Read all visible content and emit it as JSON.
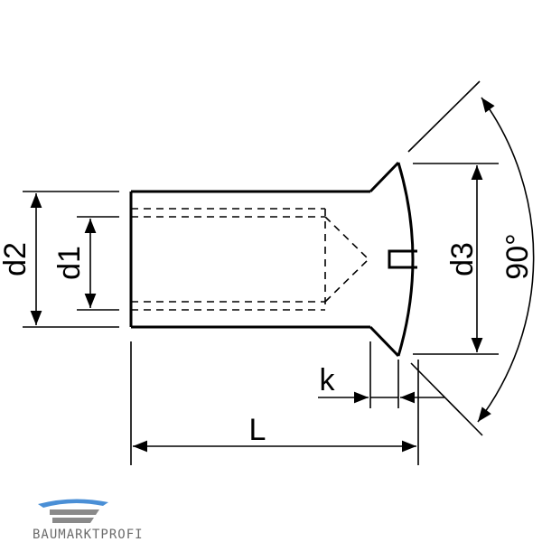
{
  "labels": {
    "d1": "d1",
    "d2": "d2",
    "d3": "d3",
    "k": "k",
    "L": "L",
    "angle": "90°"
  },
  "logo": {
    "text": "BAUMARKTPROFI",
    "accent_color": "#4a8fd6",
    "stripe_color": "#8a8a8a"
  },
  "colors": {
    "line": "#000000",
    "background": "#ffffff"
  }
}
